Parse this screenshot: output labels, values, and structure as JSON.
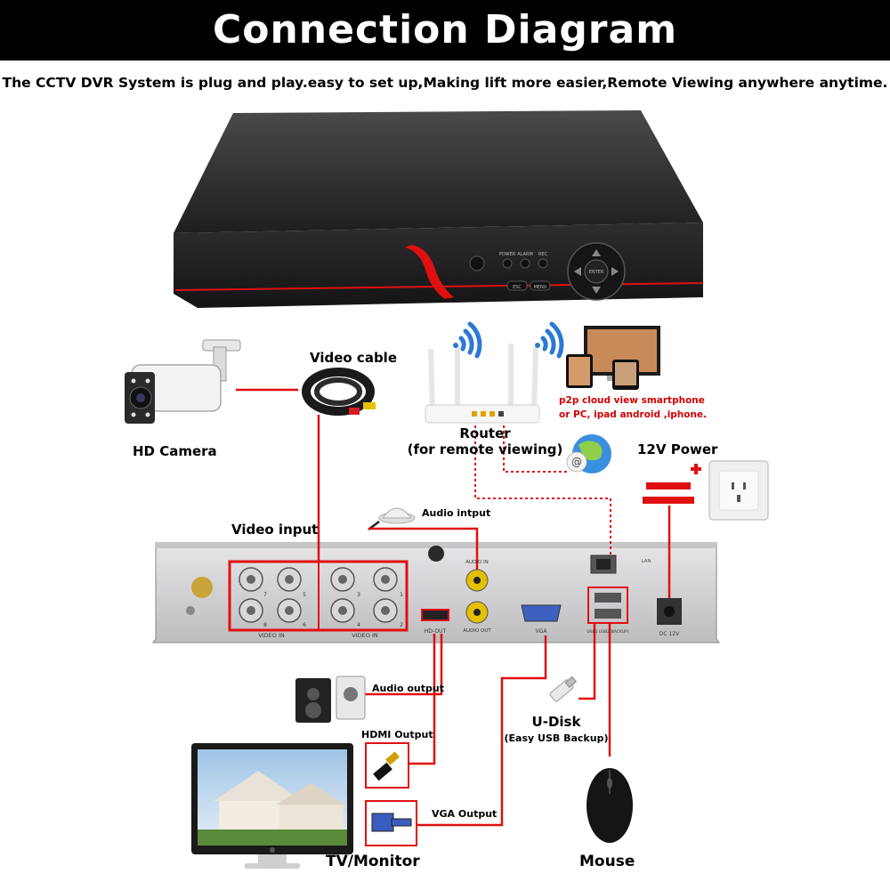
{
  "header": {
    "title": "Connection Diagram",
    "subtitle": "The CCTV DVR System is plug and play.easy to set up,Making lift more easier,Remote Viewing anywhere anytime."
  },
  "dvr_front": {
    "power": "POWER",
    "alarm": "ALARM",
    "rec": "REC",
    "esc": "ESC",
    "menu": "MENU",
    "enter": "ENTER"
  },
  "labels": {
    "video_cable": "Video cable",
    "hd_camera": "HD Camera",
    "router": "Router",
    "router_sub": "(for remote viewing)",
    "p2p_line1": "p2p cloud  view smartphone",
    "p2p_line2": "or PC, ipad android ,iphone.",
    "power_12v": "12V Power",
    "audio_input": "Audio intput",
    "video_input": "Video input",
    "audio_output": "Audio output",
    "hdmi_output": "HDMI Output",
    "vga_output": "VGA Output",
    "udisk": "U-Disk",
    "udisk_sub": "(Easy USB Backup)",
    "tv_monitor": "TV/Monitor",
    "mouse": "Mouse"
  },
  "dvr_back": {
    "video_in_1": "VIDEO IN",
    "video_in_2": "VIDEO IN",
    "audio_in": "AUDIO IN",
    "audio_out": "AUDIO OUT",
    "hd_out": "HD-OUT",
    "vga": "VGA",
    "lan": "LAN",
    "usb": "USB1 USB2(BACKUP)",
    "dc": "DC 12V",
    "port_nums": [
      "7",
      "5",
      "3",
      "1",
      "8",
      "6",
      "4",
      "2"
    ]
  },
  "colors": {
    "title_bg": "#000000",
    "accent_red": "#e01010",
    "dvr_body": "#2a2a2c",
    "panel_silver": "#d4d4d6"
  },
  "icons": [
    "wifi-icon",
    "globe-icon",
    "plug-icon",
    "camera-icon",
    "cable-icon",
    "speaker-icon",
    "mouse-icon",
    "usb-icon"
  ]
}
